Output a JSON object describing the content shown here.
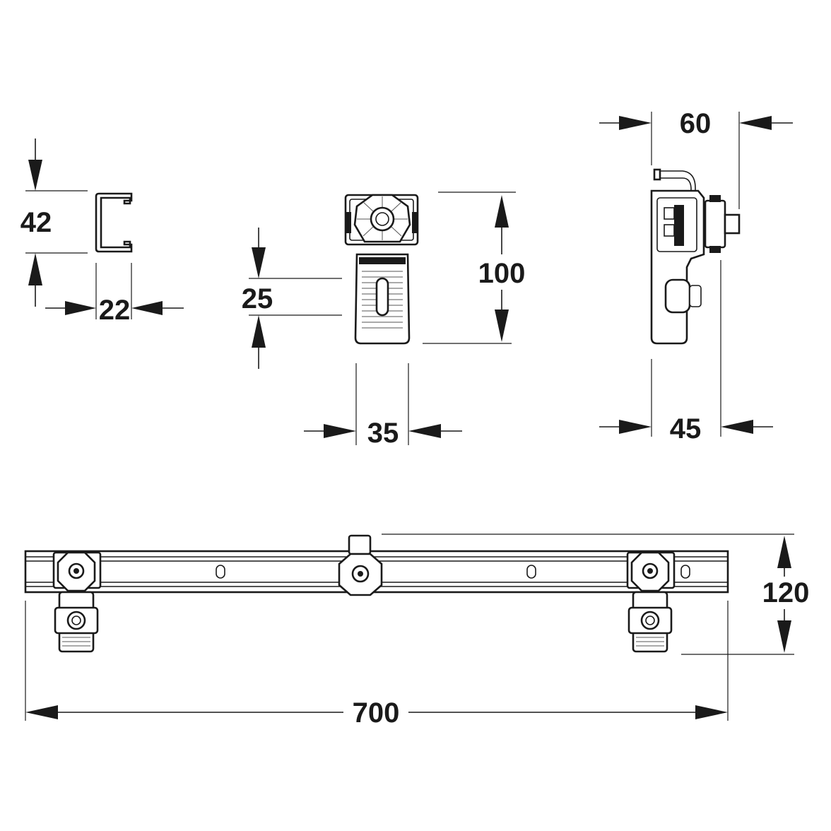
{
  "drawing": {
    "dimensions": {
      "profile_height": "42",
      "profile_width": "22",
      "clamp_slot": "25",
      "clamp_height": "100",
      "clamp_width": "35",
      "side_top_width": "60",
      "side_bottom_width": "45",
      "rail_height": "120",
      "rail_length": "700"
    },
    "colors": {
      "ink": "#1a1a1a",
      "background": "#ffffff"
    }
  }
}
